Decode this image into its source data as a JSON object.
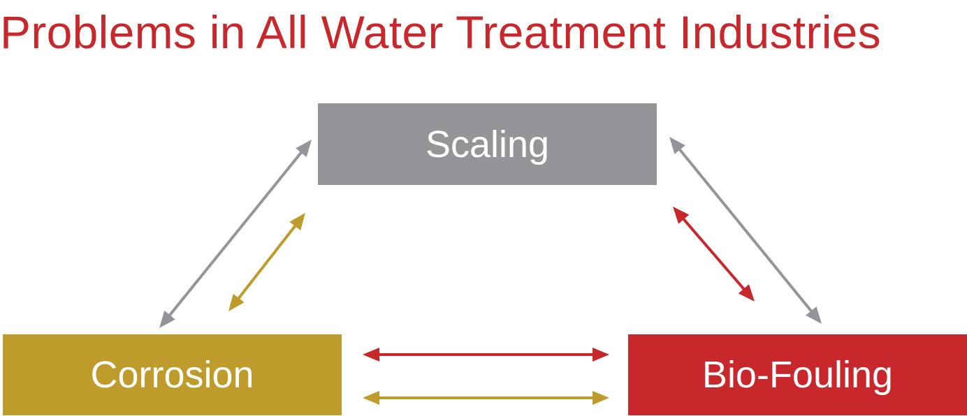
{
  "title": "Problems in All Water Treatment Industries",
  "nodes": {
    "scaling": "Scaling",
    "corrosion": "Corrosion",
    "biofouling": "Bio-Fouling"
  },
  "colors": {
    "title": "#c8282c",
    "scaling": "#939598",
    "corrosion": "#bf9b2b",
    "biofouling": "#c8282c",
    "arrow_gray": "#939598",
    "arrow_gold": "#bf9b2b",
    "arrow_red": "#c8282c"
  },
  "connections": [
    {
      "from": "corrosion",
      "to": "scaling",
      "color": "arrow_gray"
    },
    {
      "from": "corrosion",
      "to": "scaling",
      "color": "arrow_gold"
    },
    {
      "from": "scaling",
      "to": "biofouling",
      "color": "arrow_gray"
    },
    {
      "from": "scaling",
      "to": "biofouling",
      "color": "arrow_red"
    },
    {
      "from": "corrosion",
      "to": "biofouling",
      "color": "arrow_red"
    },
    {
      "from": "corrosion",
      "to": "biofouling",
      "color": "arrow_gold"
    }
  ]
}
